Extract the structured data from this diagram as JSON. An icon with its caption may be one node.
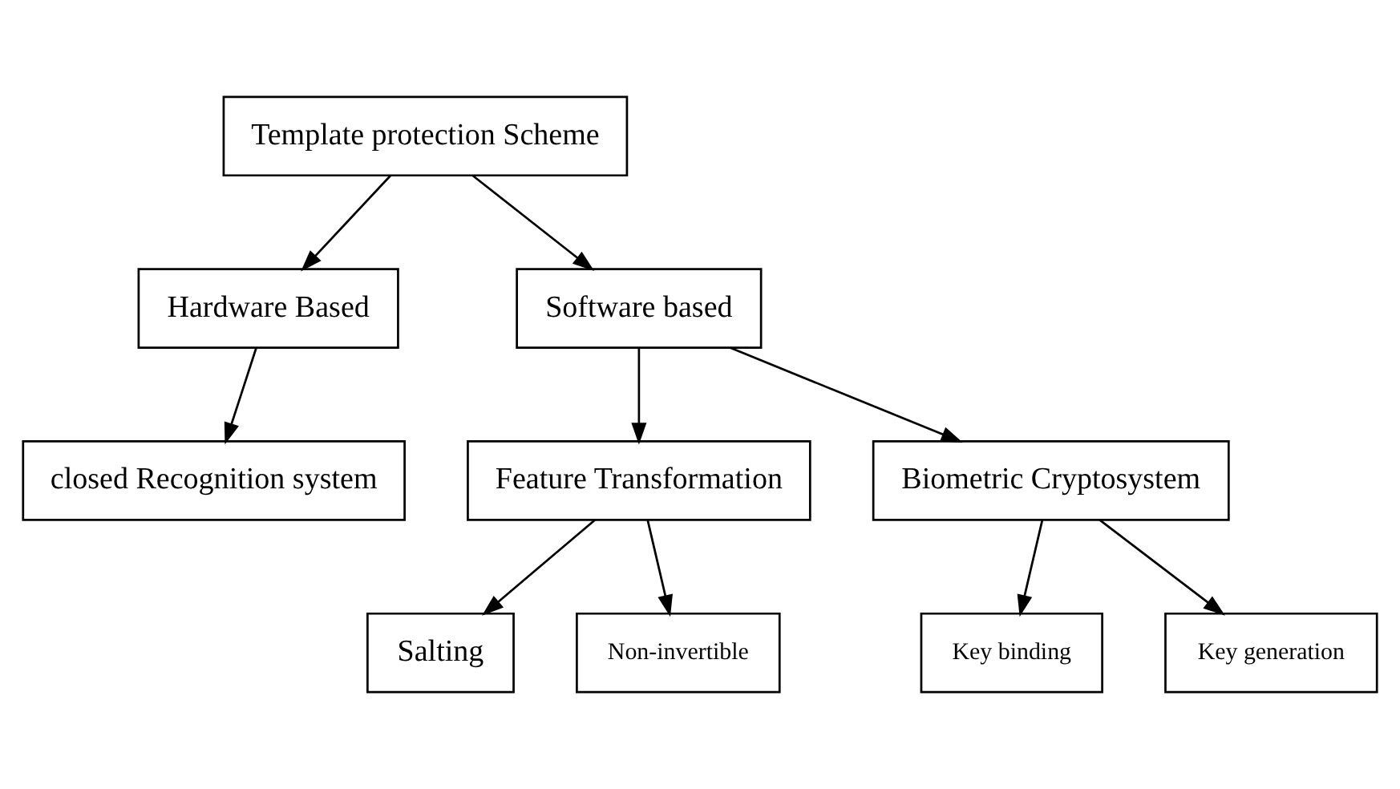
{
  "diagram": {
    "nodes": [
      {
        "text": [
          "Template protection Scheme"
        ]
      },
      {
        "text": [
          "Hardware Based"
        ]
      },
      {
        "text": [
          "Software based"
        ]
      },
      {
        "text": [
          "closed Recognition system"
        ]
      },
      {
        "text": [
          "Feature Transformation"
        ]
      },
      {
        "text": [
          "Biometric Cryptosystem"
        ]
      },
      {
        "text": [
          "Salting"
        ]
      },
      {
        "text": [
          "Non-invertible"
        ]
      },
      {
        "text": [
          "Key binding"
        ]
      },
      {
        "text": [
          "Key generation"
        ]
      }
    ],
    "edges": [
      {
        "from": 0,
        "to": 1,
        "arrow": "to"
      },
      {
        "from": 0,
        "to": 2,
        "arrow": "to"
      },
      {
        "from": 1,
        "to": 3,
        "arrow": "to"
      },
      {
        "from": 2,
        "to": 4,
        "arrow": "to"
      },
      {
        "from": 2,
        "to": 5,
        "arrow": "to"
      },
      {
        "from": 4,
        "to": 6,
        "arrow": "to"
      },
      {
        "from": 4,
        "to": 7,
        "arrow": "to"
      },
      {
        "from": 5,
        "to": 8,
        "arrow": "to"
      },
      {
        "from": 5,
        "to": 9,
        "arrow": "to"
      }
    ]
  }
}
